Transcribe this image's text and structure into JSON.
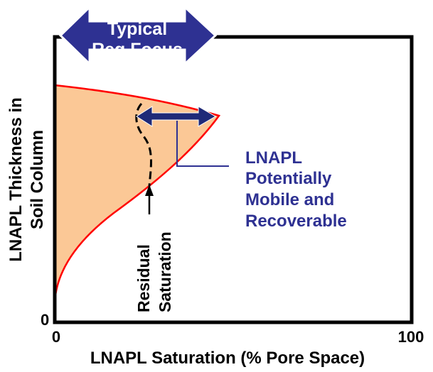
{
  "diagram": {
    "y_axis_label_line1": "LNAPL Thickness in",
    "y_axis_label_line2": "Soil Column",
    "x_axis_label": "LNAPL Saturation (% Pore Space)",
    "x_tick_min": "0",
    "x_tick_max": "100",
    "y_tick_min": "0",
    "reg_focus_line1": "Typical",
    "reg_focus_line2": "Reg Focus",
    "mobile_label_lines": [
      "LNAPL",
      "Potentially",
      "Mobile and",
      "Recoverable"
    ],
    "residual_label_line1": "Residual",
    "residual_label_line2": "Saturation",
    "colors": {
      "frame": "#000000",
      "curve_fill": "#fbc896",
      "curve_line": "#ff0000",
      "arrow_fill": "#2e3192",
      "arrow_outline": "#ffffff",
      "mobile_text": "#2e3192",
      "mobile_arrow": "#1f2a78",
      "residual_line": "#000000"
    }
  }
}
